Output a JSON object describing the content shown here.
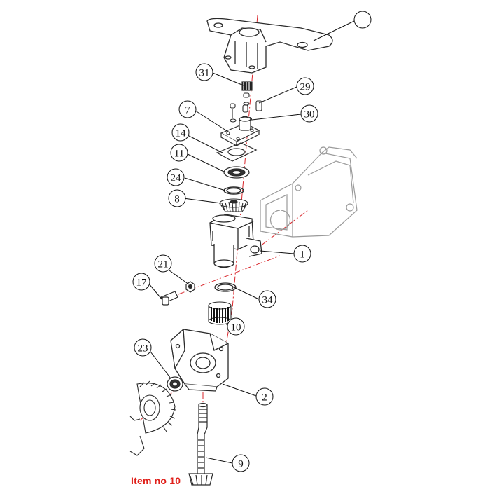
{
  "caption": "Item no 10",
  "colors": {
    "line": "#2a2a2a",
    "callout": "#111111",
    "centerline": "#d9262b",
    "ghost": "#9a9a9a",
    "caption": "#e0201a"
  },
  "callouts": [
    "31",
    "29",
    "7",
    "30",
    "14",
    "11",
    "24",
    "8",
    "1",
    "21",
    "17",
    "34",
    "10",
    "23",
    "2",
    "9"
  ]
}
